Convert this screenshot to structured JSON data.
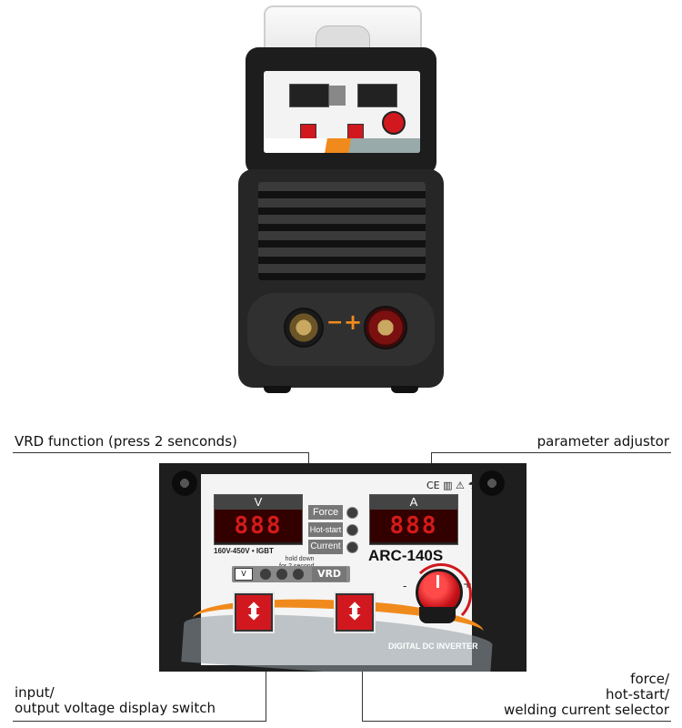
{
  "panel": {
    "voltmeter_label": "V",
    "ammeter_label": "A",
    "volt_digits": "888",
    "amp_digits": "888",
    "range_text": "160V-450V • IGBT",
    "hold_text_1": "hold down",
    "hold_text_2": "for 2 second",
    "vrd_label": "VRD",
    "selector_force": "Force",
    "selector_hotstart": "Hot-start",
    "selector_current": "Current",
    "model": "ARC-140S",
    "subtitle": "DIGITAL DC INVERTER",
    "knob_minus": "-",
    "knob_plus": "+",
    "updown_glyph": "⬍",
    "cert_marks": "CE ▥ ⚠ ☂"
  },
  "callouts": {
    "vrd": "VRD function (press 2 senconds)",
    "param": "parameter adjustor",
    "input_1": "input/",
    "input_2": "output voltage display switch",
    "force_1": "force/",
    "force_2": "hot-start/",
    "force_3": "welding current selector"
  },
  "terminals": {
    "minus": "−",
    "plus": "+"
  },
  "colors": {
    "accent_orange": "#f08a1c",
    "display_red": "#d41a1a",
    "button_red": "#d0181e",
    "body": "#222222"
  }
}
